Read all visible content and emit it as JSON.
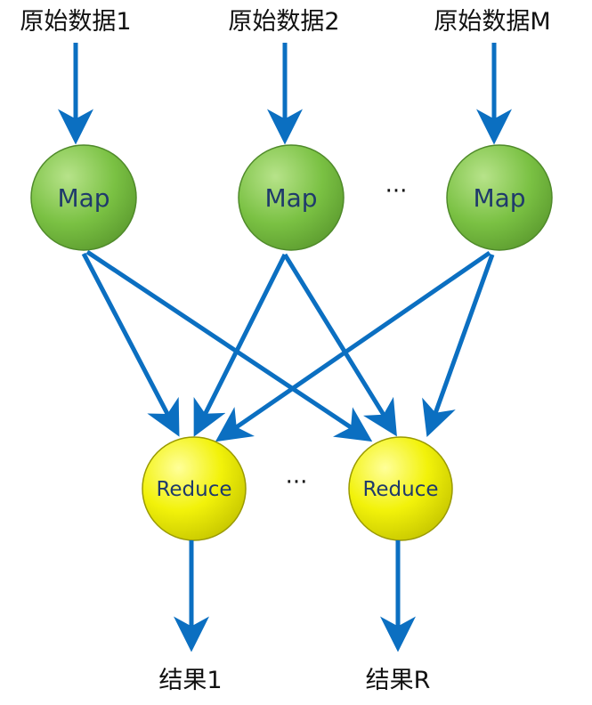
{
  "inputs": [
    {
      "label": "原始数据1"
    },
    {
      "label": "原始数据2"
    },
    {
      "label": "原始数据M"
    }
  ],
  "map_nodes": [
    {
      "label": "Map"
    },
    {
      "label": "Map"
    },
    {
      "label": "Map"
    }
  ],
  "map_ellipsis": "···",
  "reduce_nodes": [
    {
      "label": "Reduce"
    },
    {
      "label": "Reduce"
    }
  ],
  "reduce_ellipsis": "···",
  "outputs": [
    {
      "label": "结果1"
    },
    {
      "label": "结果R"
    }
  ],
  "colors": {
    "arrow": "#0b6fc1",
    "map_fill": "#7ac143",
    "map_fill_light": "#a6d96a",
    "map_stroke": "#4f8a2a",
    "map_text": "#1f3a6b",
    "reduce_fill": "#f2f20a",
    "reduce_fill_light": "#ffff66",
    "reduce_stroke": "#9a9a00",
    "reduce_text": "#1f3a6b"
  }
}
